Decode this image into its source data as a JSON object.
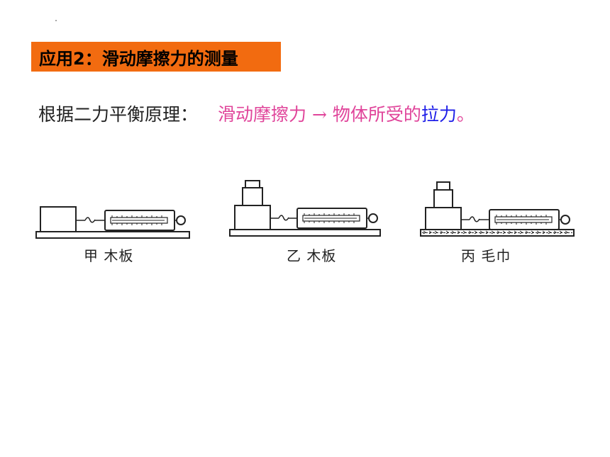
{
  "slide": {
    "title": "应用2：滑动摩擦力的测量",
    "principle_label": "根据二力平衡原理：",
    "principle_pink": "滑动摩擦力 → 物体所受的",
    "principle_blue": "拉力",
    "principle_end": "。"
  },
  "figures": [
    {
      "id": "jia",
      "caption": "甲 木板",
      "weight": false,
      "surface": "木板"
    },
    {
      "id": "yi",
      "caption": "乙 木板",
      "weight": true,
      "surface": "木板"
    },
    {
      "id": "bing",
      "caption": "丙 毛巾",
      "weight": true,
      "surface": "毛巾"
    }
  ],
  "colors": {
    "title_bg": "#f26b10",
    "pink": "#e0449a",
    "blue": "#1e1ee8"
  }
}
